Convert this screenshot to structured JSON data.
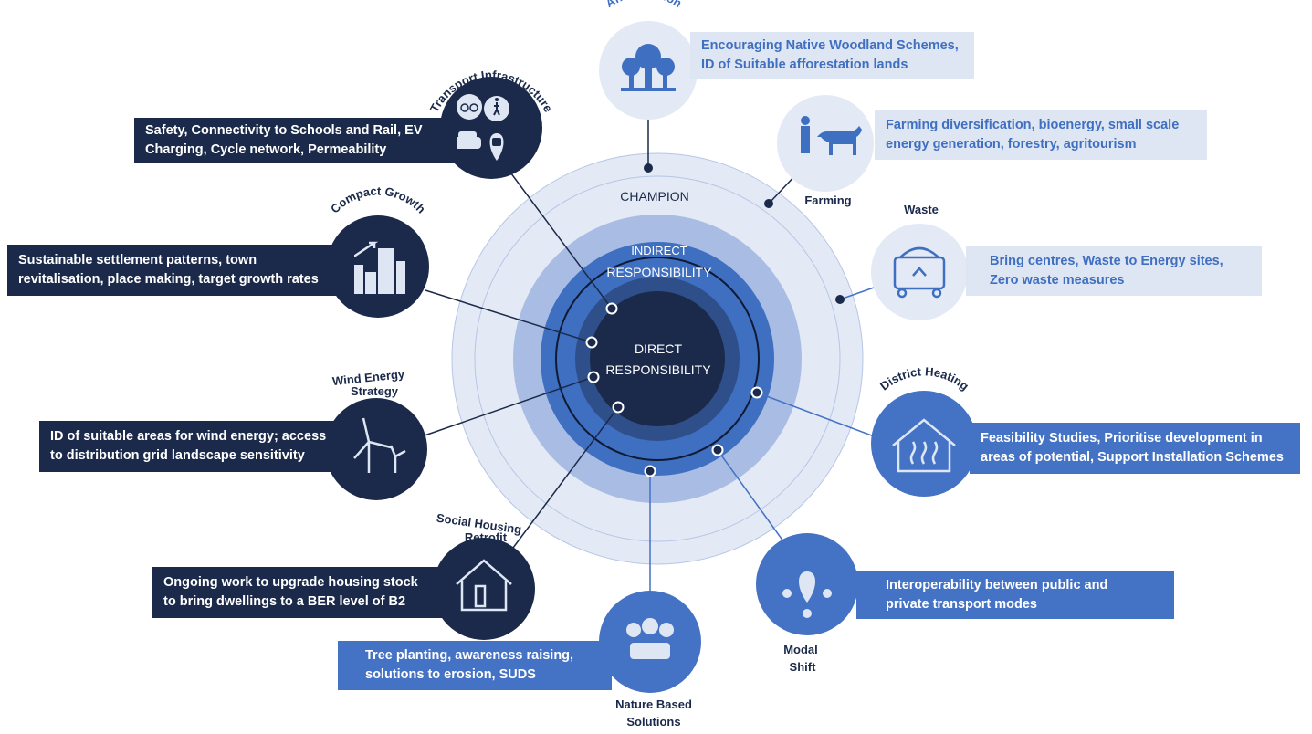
{
  "rings": {
    "outer": "CHAMPION",
    "middle_line1": "INDIRECT",
    "middle_line2": "RESPONSIBILITY",
    "inner_line1": "DIRECT",
    "inner_line2": "RESPONSIBILITY"
  },
  "nodes": {
    "transport": {
      "title": "Transport Infrastructure",
      "desc_1": "Safety, Connectivity to Schools and Rail, EV",
      "desc_2": "Charging,  Cycle network, Permeability"
    },
    "compact": {
      "title": "Compact Growth",
      "desc_1": "Sustainable settlement patterns, town",
      "desc_2": "revitalisation, place making, target growth rates"
    },
    "wind": {
      "title_1": "Wind Energy",
      "title_2": "Strategy",
      "desc_1": "ID of suitable areas for wind energy; access",
      "desc_2": "to distribution grid landscape sensitivity"
    },
    "social": {
      "title_1": "Social Housing",
      "title_2": "Retrofit",
      "desc_1": "Ongoing work to upgrade housing stock",
      "desc_2": "to bring dwellings to a BER level of B2"
    },
    "nature": {
      "title_1": "Nature Based",
      "title_2": "Solutions",
      "desc_1": "Tree planting, awareness raising,",
      "desc_2": "solutions to erosion, SUDS"
    },
    "modal": {
      "title_1": "Modal",
      "title_2": "Shift",
      "desc_1": "Interoperability between public and",
      "desc_2": "private transport modes"
    },
    "district": {
      "title": "District Heating",
      "desc_1": "Feasibility Studies, Prioritise development in",
      "desc_2": "areas of potential, Support Installation Schemes"
    },
    "waste": {
      "title": "Waste",
      "desc_1": "Bring centres,  Waste to Energy sites,",
      "desc_2": "Zero waste measures"
    },
    "farming": {
      "title": "Farming",
      "desc_1": "Farming diversification, bioenergy, small scale",
      "desc_2": "energy generation, forestry, agritourism"
    },
    "afforestation": {
      "title": "Afforestation",
      "desc_1": "Encouraging Native Woodland Schemes,",
      "desc_2": "ID of Suitable afforestation lands"
    }
  },
  "colors": {
    "navy": "#1b2a4a",
    "blue": "#4472c4",
    "pale": "#dfe6f3",
    "ring_outer": "#e3e9f5",
    "ring_mid": "#a9bde4",
    "ring_indirect": "#3f6fc0",
    "ring_core": "#1b2a4a"
  }
}
